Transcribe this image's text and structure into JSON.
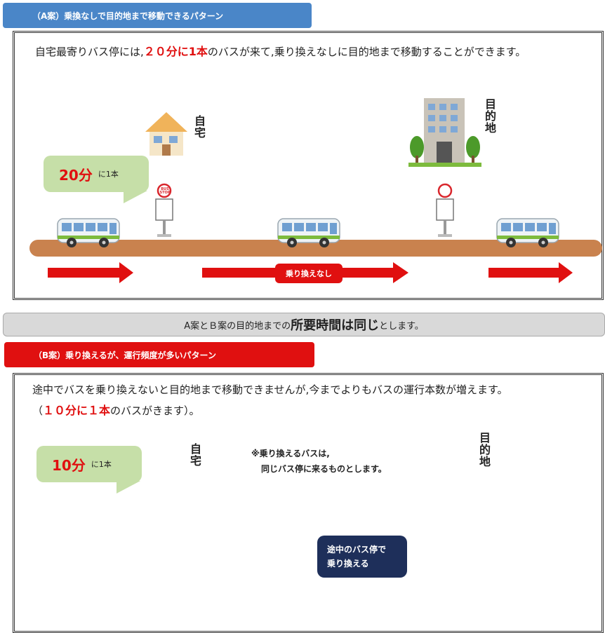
{
  "plan_a": {
    "tab": "（A案）乗換なしで目的地まで移動できるパターン",
    "desc_pre": "自宅最寄りバス停には,",
    "desc_red": "２０分に1本",
    "desc_post": "のバスが来て,乗り換えなしに目的地まで移動することができます。",
    "home_label": "自宅",
    "dest_label": "目的地",
    "frequency_big": "20分",
    "frequency_small": "に1本",
    "no_transfer": "乗り換えなし"
  },
  "notice": {
    "pre": "A案とＢ案の目的地までの",
    "bold": "所要時間は同じ",
    "post": "とします。"
  },
  "plan_b": {
    "tab": "（B案）乗り換えるが、運行頻度が多いパターン",
    "desc_line1": "途中でバスを乗り換えないと目的地まで移動できませんが,今までよりもバスの運行本数が増えます。",
    "desc_line2_pre": "（",
    "desc_line2_red": "１０分に１本",
    "desc_line2_post": "のバスがきます）。",
    "home_label": "自宅",
    "dest_label": "目的地",
    "frequency_big": "10分",
    "frequency_small": "に1本",
    "note_line1": "※乗り換えるバスは,",
    "note_line2": "同じバス停に来るものとします。",
    "transfer_line1": "途中のバス停で",
    "transfer_line2": "乗り換える"
  },
  "icons": {
    "bus_stop_sign_top": "BUS",
    "bus_stop_sign_bottom": "STOP"
  },
  "colors": {
    "blue_tab": "#4a86c8",
    "red_tab": "#e01010",
    "road": "#c9824e",
    "arrow_red": "#e01010",
    "arrow_blue": "#6fa6dc",
    "bubble": "#c6dfa8",
    "transfer_box": "#1e2f5a"
  }
}
